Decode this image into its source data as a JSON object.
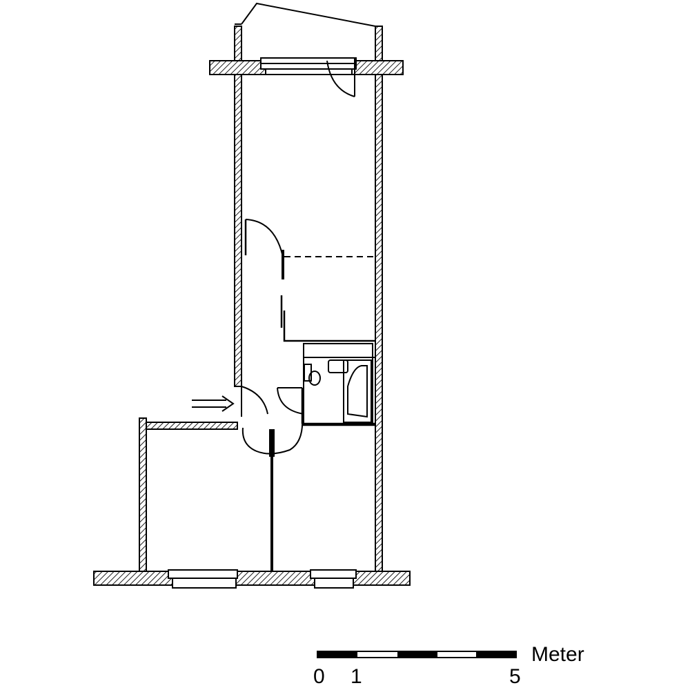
{
  "scale_bar": {
    "unit_label": "Meter",
    "ticks": [
      "0",
      "1",
      "5"
    ]
  },
  "colors": {
    "ink": "#000000",
    "paper": "#ffffff"
  },
  "icons": {
    "entrance_arrow": "double-arrow-right-icon"
  }
}
